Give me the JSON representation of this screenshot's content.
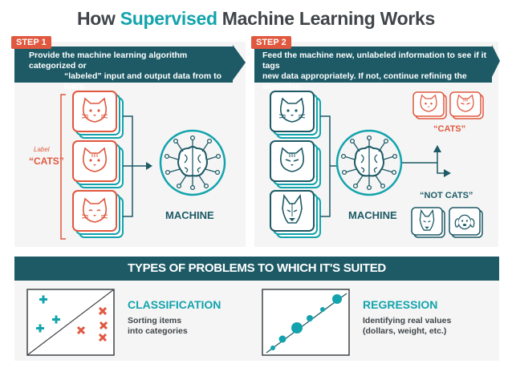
{
  "title": {
    "pre": "How ",
    "highlight": "Supervised",
    "post": " Machine Learning Works"
  },
  "step1": {
    "tag": "STEP 1",
    "text_lines": [
      "Provide the machine learning algorithm categorized or",
      "“labeled” input and output data from to learn"
    ],
    "label_small": "Label",
    "label_cats": "“CATS”",
    "machine": "MACHINE"
  },
  "step2": {
    "tag": "STEP 2",
    "text_lines": [
      "Feed the machine new, unlabeled information to see if it tags",
      "new data appropriately. If not, continue refining the algorithm"
    ],
    "machine": "MACHINE",
    "cats_label": "“CATS”",
    "not_cats_label": "“NOT CATS”"
  },
  "types": {
    "header": "TYPES OF PROBLEMS TO WHICH IT'S SUITED",
    "classification": {
      "title": "CLASSIFICATION",
      "desc_lines": [
        "Sorting items",
        "into categories"
      ]
    },
    "regression": {
      "title": "REGRESSION",
      "desc_lines": [
        "Identifying real values",
        "(dollars, weight, etc.)"
      ]
    }
  },
  "colors": {
    "teal": "#13a3ad",
    "dark_teal": "#1d5a66",
    "orange": "#e0583f",
    "text": "#3f4549"
  },
  "icons": [
    "cat-icon",
    "dog-icon",
    "brain-network-icon",
    "plus-icon",
    "cross-icon",
    "arrow-icon"
  ]
}
